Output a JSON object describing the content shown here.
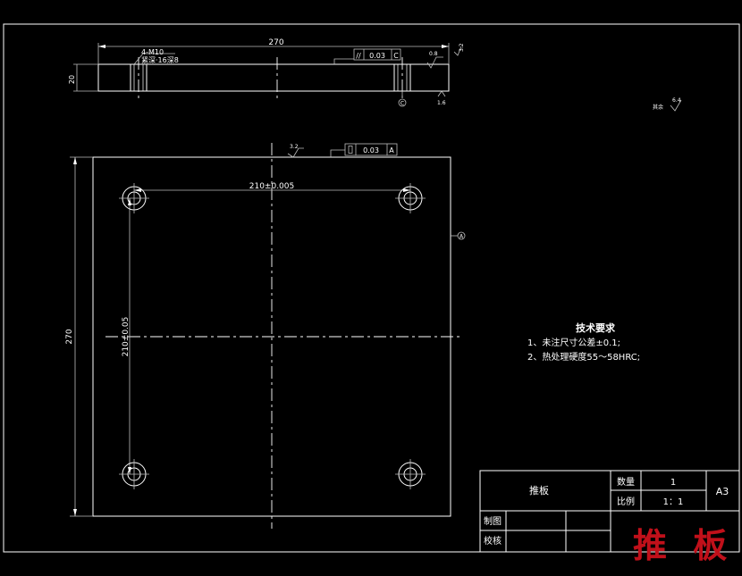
{
  "top_view": {
    "overall_length": "270",
    "thickness": "20",
    "hole_note_1": "4-M10",
    "hole_note_2": "紧深·16深8",
    "parallelism": {
      "symbol": "//",
      "tolerance": "0.03",
      "datum": "C"
    },
    "rough_right_edge": "0.8",
    "rough_right_small": "3.2",
    "rough_bottom_right": "1.6",
    "datum_bottom": "C"
  },
  "plan_view": {
    "overall_width": "270",
    "overall_height": "270",
    "hole_spacing_x": "210±0.005",
    "hole_spacing_y": "210±0.05",
    "roughness_top": "3.2",
    "perpendicularity": {
      "tolerance": "0.03",
      "datum": "A"
    },
    "datum_right": "A"
  },
  "other_roughness": {
    "label": "其余",
    "value": "6.4"
  },
  "tech_requirements": {
    "title": "技术要求",
    "items": [
      "1、未注尺寸公差±0.1;",
      "2、热处理硬度55～58HRC;"
    ]
  },
  "title_block": {
    "part_name": "推板",
    "quantity_label": "数量",
    "quantity_value": "1",
    "scale_label": "比例",
    "scale_value": "1：1",
    "sheet_size": "A3",
    "drawn_label": "制图",
    "checked_label": "校核"
  },
  "watermark": "推 板",
  "colors": {
    "background": "#000000",
    "lines": "#ffffff",
    "watermark": "#c0101a"
  }
}
